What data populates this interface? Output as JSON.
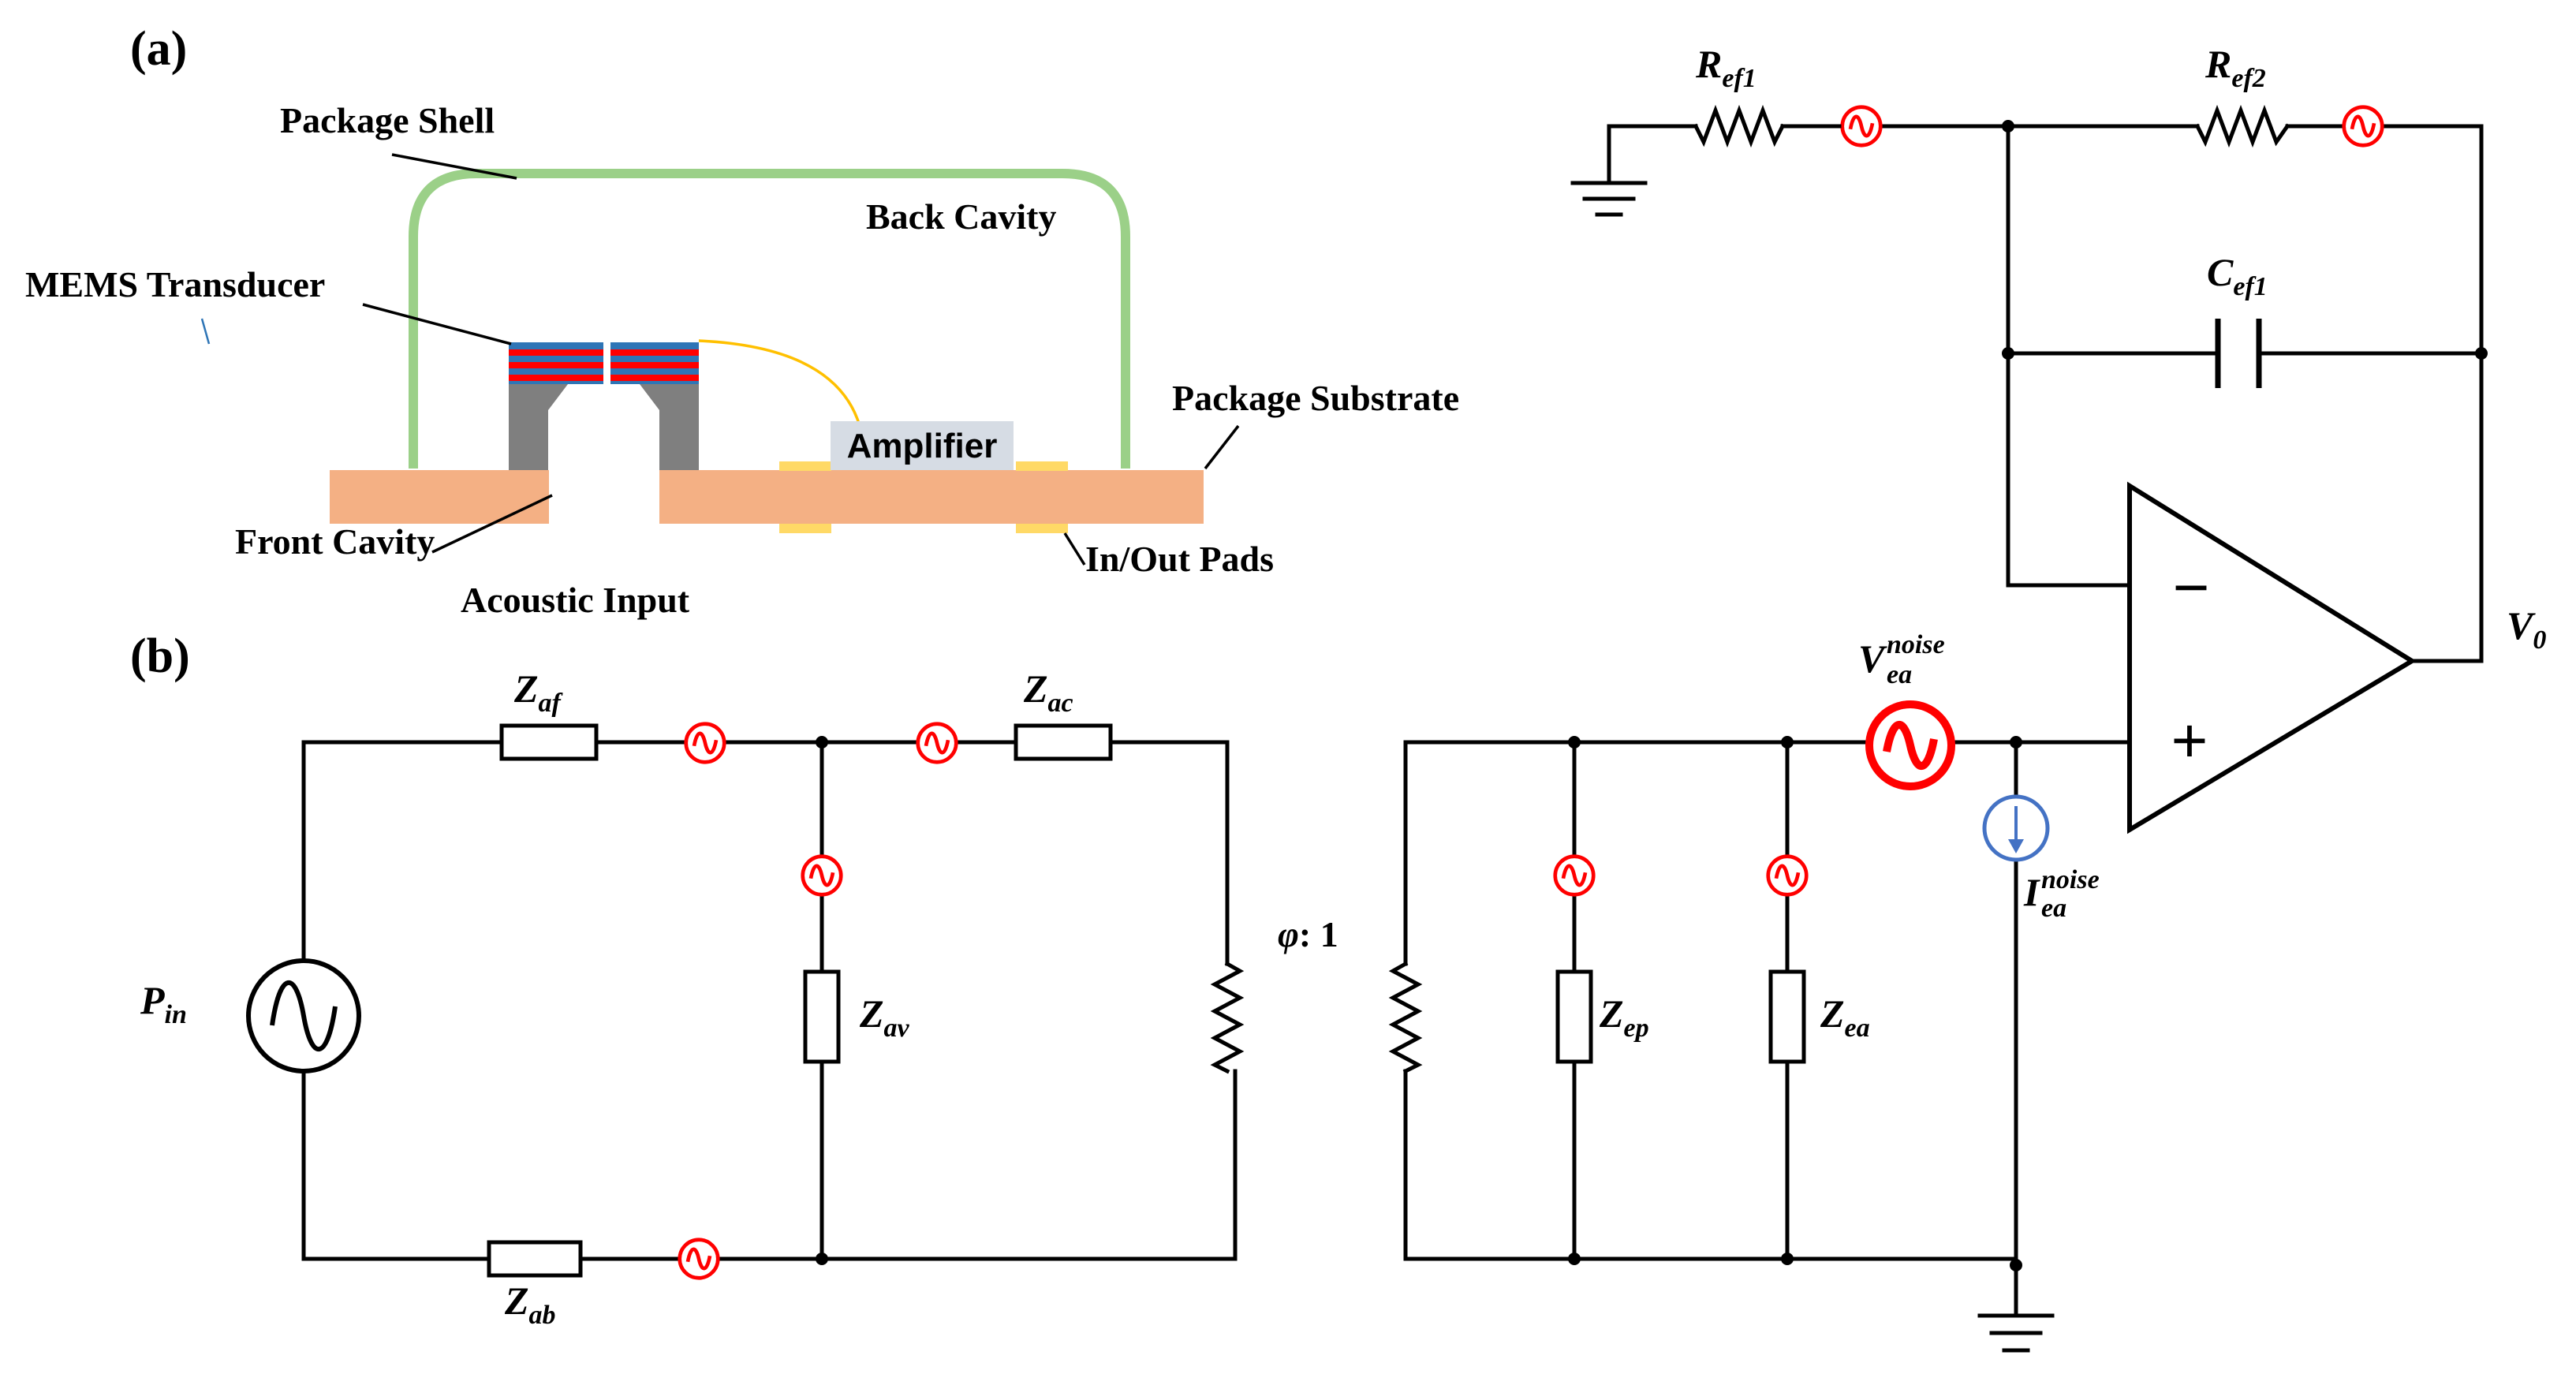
{
  "figure": {
    "panel_a_label": "(a)",
    "panel_b_label": "(b)",
    "colors": {
      "shell": "#9bd088",
      "substrate": "#f4b084",
      "pads": "#ffd966",
      "amplifier": "#d6dce4",
      "mems_blue": "#2e75b6",
      "mems_red": "#ff0000",
      "support": "#7f7f7f",
      "wirebond": "#ffc000",
      "noise_source": "#ff0000",
      "current_source": "#4472c4"
    },
    "cross_section": {
      "package_shell": "Package Shell",
      "back_cavity": "Back Cavity",
      "mems_transducer": "MEMS Transducer",
      "package_substrate": "Package Substrate",
      "amplifier": "Amplifier",
      "front_cavity": "Front Cavity",
      "acoustic_input": "Acoustic Input",
      "in_out_pads": "In/Out Pads"
    },
    "circuit": {
      "pin": {
        "base": "P",
        "sub": "in"
      },
      "zaf": {
        "base": "Z",
        "sub": "af"
      },
      "zac": {
        "base": "Z",
        "sub": "ac"
      },
      "zav": {
        "base": "Z",
        "sub": "av"
      },
      "zab": {
        "base": "Z",
        "sub": "ab"
      },
      "zep": {
        "base": "Z",
        "sub": "ep"
      },
      "zea": {
        "base": "Z",
        "sub": "ea"
      },
      "ratio": {
        "phi": "φ",
        "rest": ": 1"
      },
      "vnoise": {
        "base": "V",
        "sup": "noise",
        "sub": "ea"
      },
      "inoise": {
        "base": "I",
        "sup": "noise",
        "sub": "ea"
      },
      "ref1": {
        "base": "R",
        "sub": "ef1"
      },
      "ref2": {
        "base": "R",
        "sub": "ef2"
      },
      "cef1": {
        "base": "C",
        "sub": "ef1"
      },
      "vout": {
        "base": "V",
        "sub": "0"
      },
      "opamp_minus": "−",
      "opamp_plus": "+"
    }
  }
}
